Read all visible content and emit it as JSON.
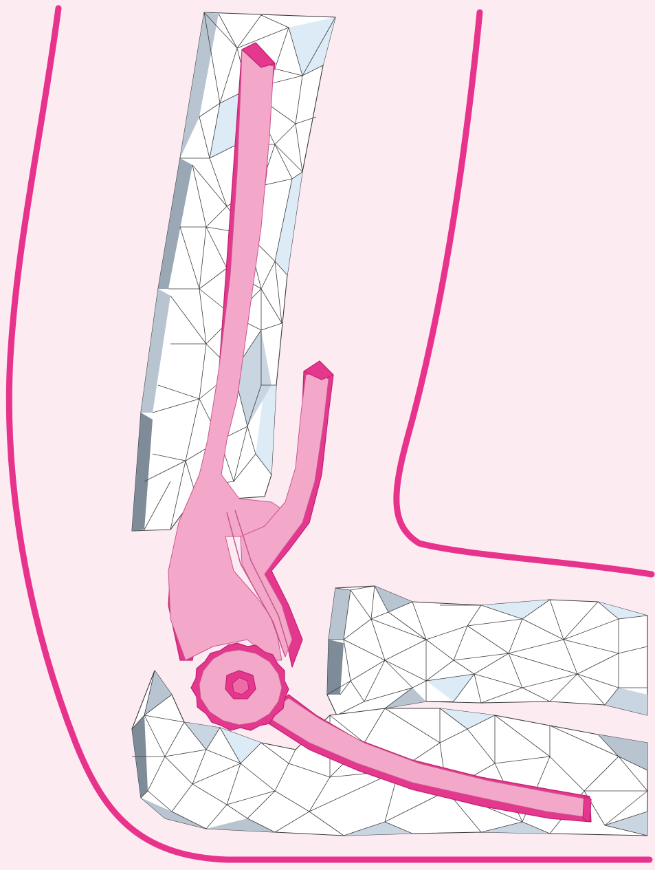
{
  "figure": {
    "description_visible_text": "",
    "colors": {
      "background": "#fdebf2",
      "outline": "#e8338c",
      "bone_light": "#f4a8c9",
      "bone_dark": "#e4388e",
      "mesh_fill": "#ffffff",
      "mesh_shade_light": "#dcebf6",
      "mesh_shade_mid": "#b8c4d0",
      "mesh_shade_dark": "#7e8b98",
      "mesh_edge": "#3a3a3a"
    },
    "parts": [
      "arm-outline",
      "upper-arm-mesh",
      "forearm-upper-mesh",
      "forearm-lower-mesh",
      "humerus-bone",
      "radius-bone",
      "ulna-bone",
      "joint-disc"
    ]
  }
}
